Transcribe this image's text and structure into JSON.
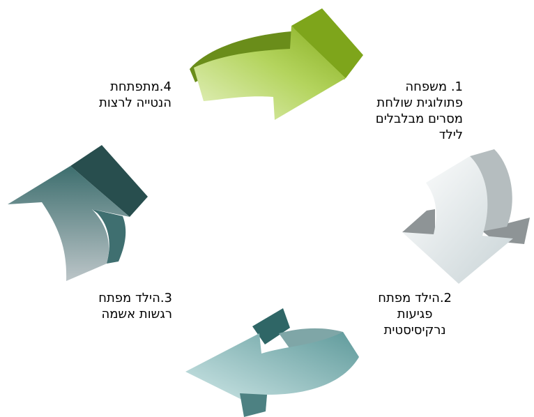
{
  "steps": [
    {
      "lines": [
        "1. משפחה",
        "פתולוגית שולחת",
        "מסרים מבלבלים",
        "לילד"
      ]
    },
    {
      "lines": [
        "2.הילד מפתח",
        "פגיעות",
        "נרקיסיסטית"
      ]
    },
    {
      "lines": [
        "3.הילד מפתח",
        "רגשות אשמה"
      ]
    },
    {
      "lines": [
        "4.מתפתחת",
        "הנטייה לרצות"
      ]
    }
  ],
  "colors": {
    "arrow_green": "#8db426",
    "arrow_gray": "#c9d1d3",
    "arrow_teal": "#7fb6b7",
    "arrow_dark_teal": "#2f5d5c"
  }
}
